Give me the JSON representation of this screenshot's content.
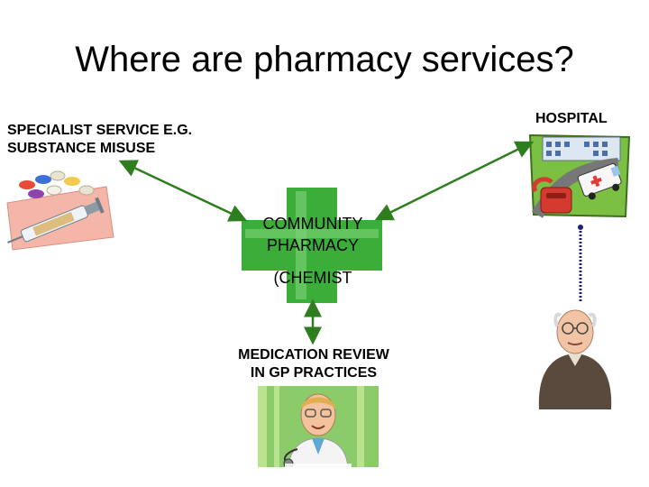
{
  "title": "Where are pharmacy services?",
  "nodes": {
    "specialist": {
      "line1": "SPECIALIST SERVICE E.G.",
      "line2": "SUBSTANCE MISUSE"
    },
    "hospital": {
      "label": "HOSPITAL"
    },
    "community": {
      "line1": "COMMUNITY",
      "line2": "PHARMACY",
      "line3": "(CHEMIST"
    },
    "medication": {
      "line1": "MEDICATION REVIEW",
      "line2": "IN GP PRACTICES"
    }
  },
  "colors": {
    "arrow": "#2E7D1E",
    "dotted_link": "#1A237E",
    "pharmacy_cross": "#3BAE3A"
  },
  "icons": [
    "medicine-clipart-icon",
    "hospital-clipart-icon",
    "pharmacy-cross-icon",
    "doctor-clipart-icon",
    "elderly-patient-clipart-icon"
  ]
}
